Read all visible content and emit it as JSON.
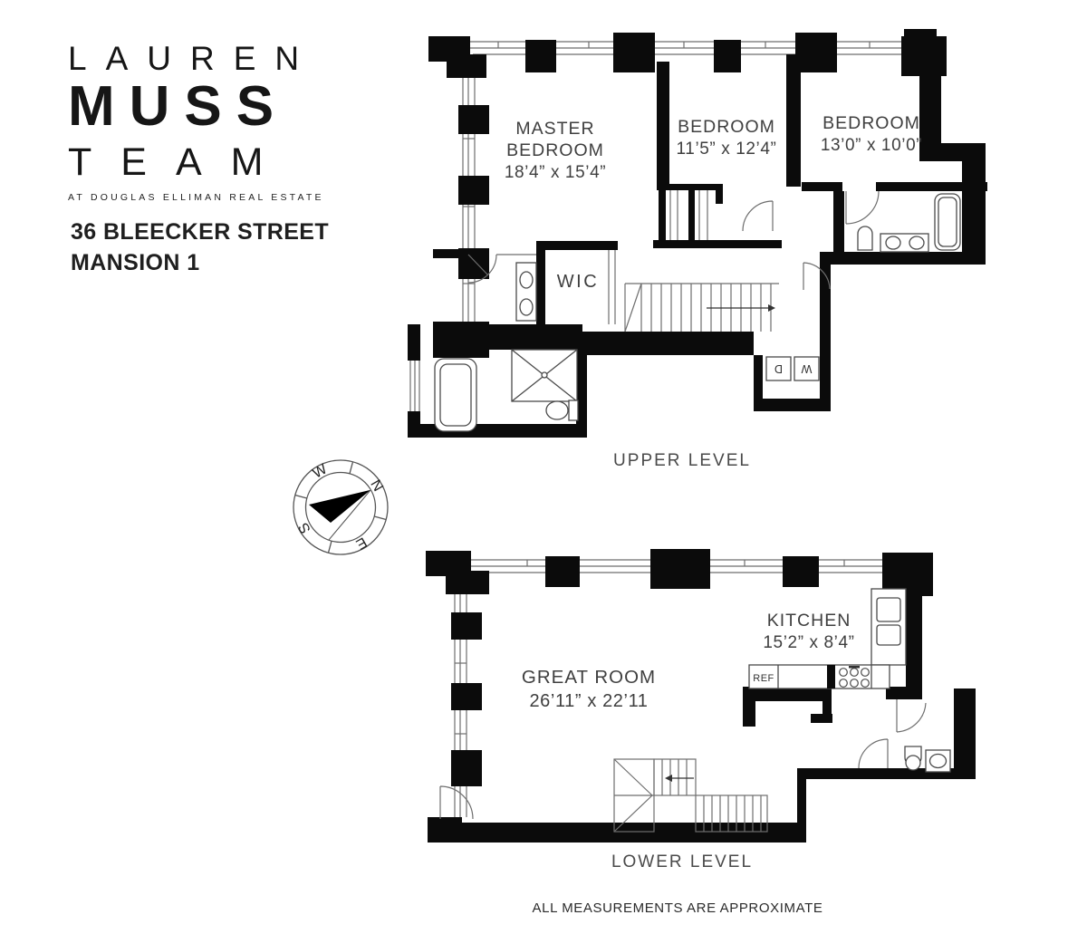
{
  "branding": {
    "line1": "LAUREN",
    "line2": "MUSS",
    "line3": "TEAM",
    "tagline": "AT DOUGLAS ELLIMAN REAL ESTATE"
  },
  "listing": {
    "address": "36 BLEECKER STREET",
    "unit": "MANSION 1"
  },
  "plans": {
    "upper": {
      "title": "UPPER LEVEL",
      "master_bedroom": {
        "name_line1": "MASTER",
        "name_line2": "BEDROOM",
        "dims": "18’4” x 15’4”"
      },
      "bedroom2": {
        "name": "BEDROOM",
        "dims": "11’5” x 12’4”"
      },
      "bedroom3": {
        "name": "BEDROOM",
        "dims": "13’0” x 10’0”"
      },
      "wic": "WIC",
      "washer": "W",
      "dryer": "D"
    },
    "lower": {
      "title": "LOWER LEVEL",
      "great_room": {
        "name": "GREAT ROOM",
        "dims": "26’11” x 22’11"
      },
      "kitchen": {
        "name": "KITCHEN",
        "dims": "15’2” x 8’4”"
      },
      "ref": "REF"
    }
  },
  "compass": {
    "n": "N",
    "e": "E",
    "s": "S",
    "w": "W"
  },
  "footer": {
    "disclaimer": "ALL MEASUREMENTS ARE APPROXIMATE"
  },
  "colors": {
    "wall": "#0b0b0b",
    "line": "#6e6e6e",
    "fixture": "#4a4a4a",
    "label": "#3f3f3f",
    "background": "#ffffff"
  }
}
